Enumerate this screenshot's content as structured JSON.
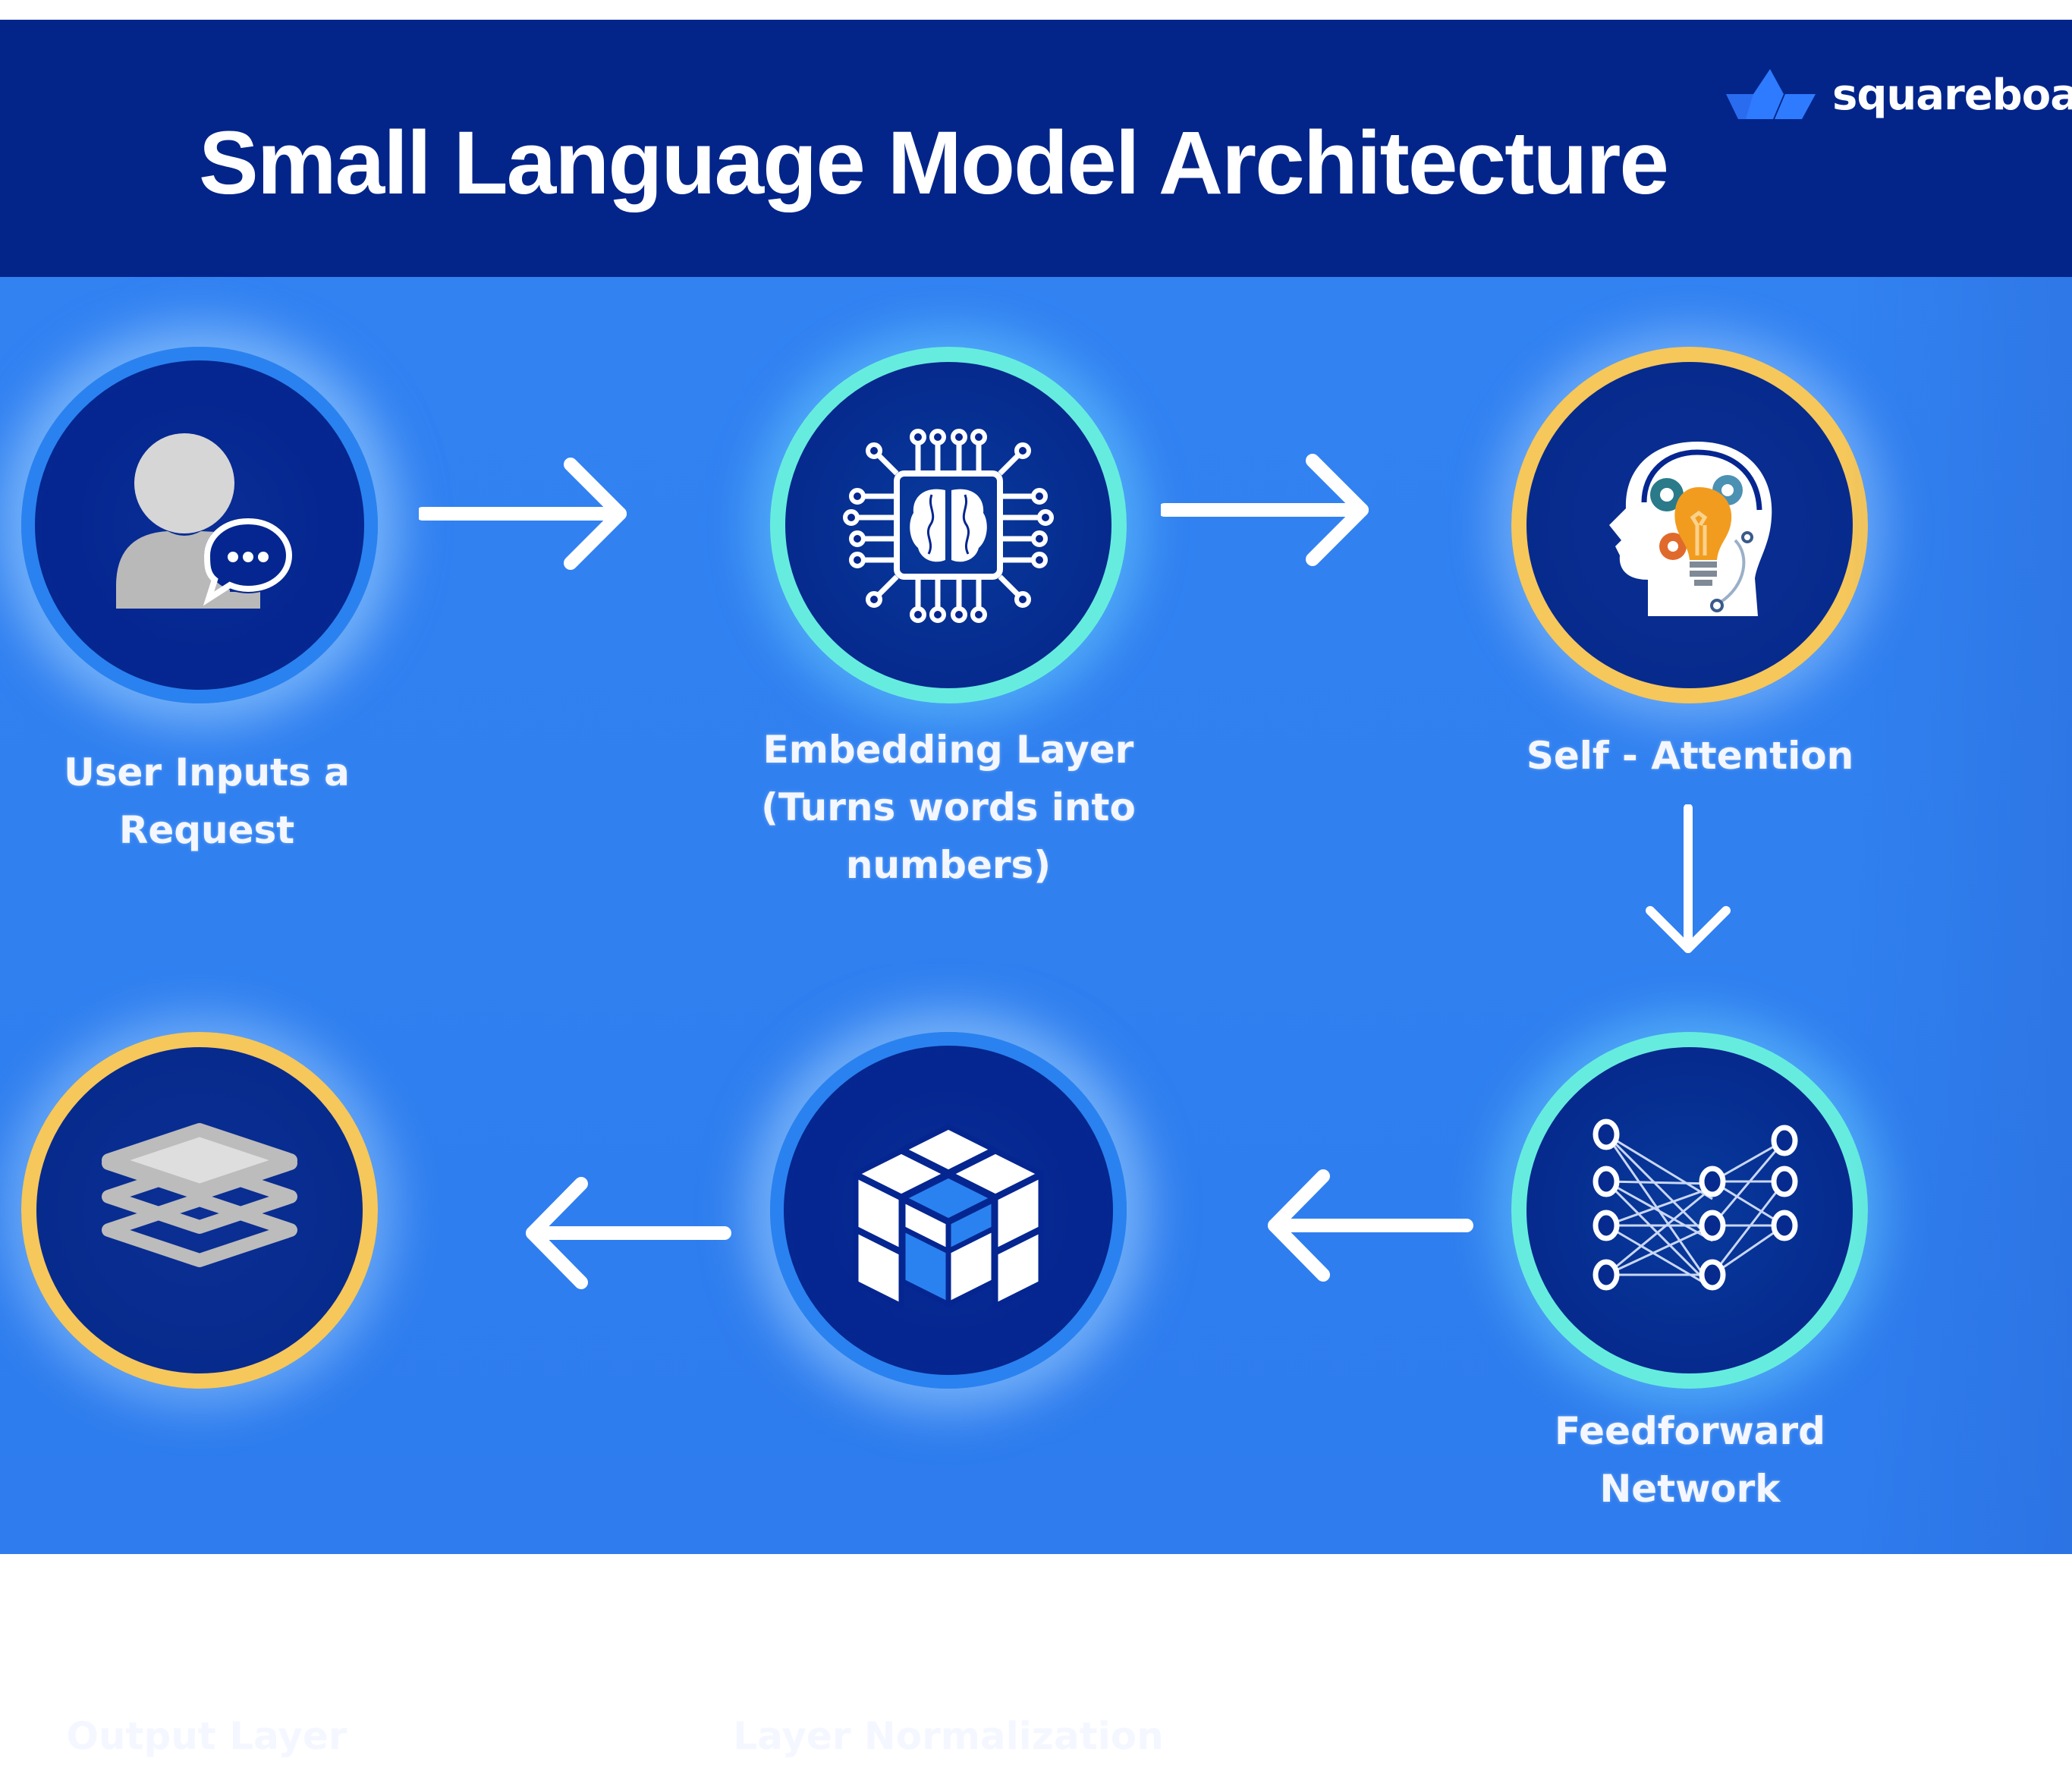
{
  "header": {
    "title": "Small Language Model Architecture",
    "logo": {
      "icon": "boat-logo-icon",
      "text": "squareboat"
    }
  },
  "colors": {
    "header_bg": "#03258a",
    "canvas_bg": "#3282f2",
    "node_fill": "#052690",
    "ring_blue": "#2a82f0",
    "ring_teal": "#66ecdf",
    "ring_gold": "#f6c75a",
    "logo_blue": "#2f7bff",
    "text": "#ffffff"
  },
  "flow": {
    "nodes": [
      {
        "id": "user-input",
        "icon": "user-chat-icon",
        "ring": "blue",
        "label_lines": [
          "User Inputs a",
          "Request"
        ]
      },
      {
        "id": "embedding",
        "icon": "brain-chip-icon",
        "ring": "teal",
        "label_lines": [
          "Embedding Layer",
          "(Turns words into",
          "numbers)"
        ]
      },
      {
        "id": "self-attention",
        "icon": "head-lightbulb-icon",
        "ring": "gold",
        "label_lines": [
          "Self - Attention"
        ]
      },
      {
        "id": "feedforward",
        "icon": "neural-network-icon",
        "ring": "teal",
        "label_lines": [
          "Feedforward",
          "Network"
        ]
      },
      {
        "id": "layer-norm",
        "icon": "cube-icon",
        "ring": "blue",
        "label_lines": [
          "Layer Normalization"
        ]
      },
      {
        "id": "output",
        "icon": "layers-stack-icon",
        "ring": "gold",
        "label_lines": [
          "Output Layer"
        ]
      }
    ],
    "edges": [
      {
        "from": "user-input",
        "to": "embedding",
        "direction": "right"
      },
      {
        "from": "embedding",
        "to": "self-attention",
        "direction": "right"
      },
      {
        "from": "self-attention",
        "to": "feedforward",
        "direction": "down"
      },
      {
        "from": "feedforward",
        "to": "layer-norm",
        "direction": "left"
      },
      {
        "from": "layer-norm",
        "to": "output",
        "direction": "left"
      }
    ]
  }
}
